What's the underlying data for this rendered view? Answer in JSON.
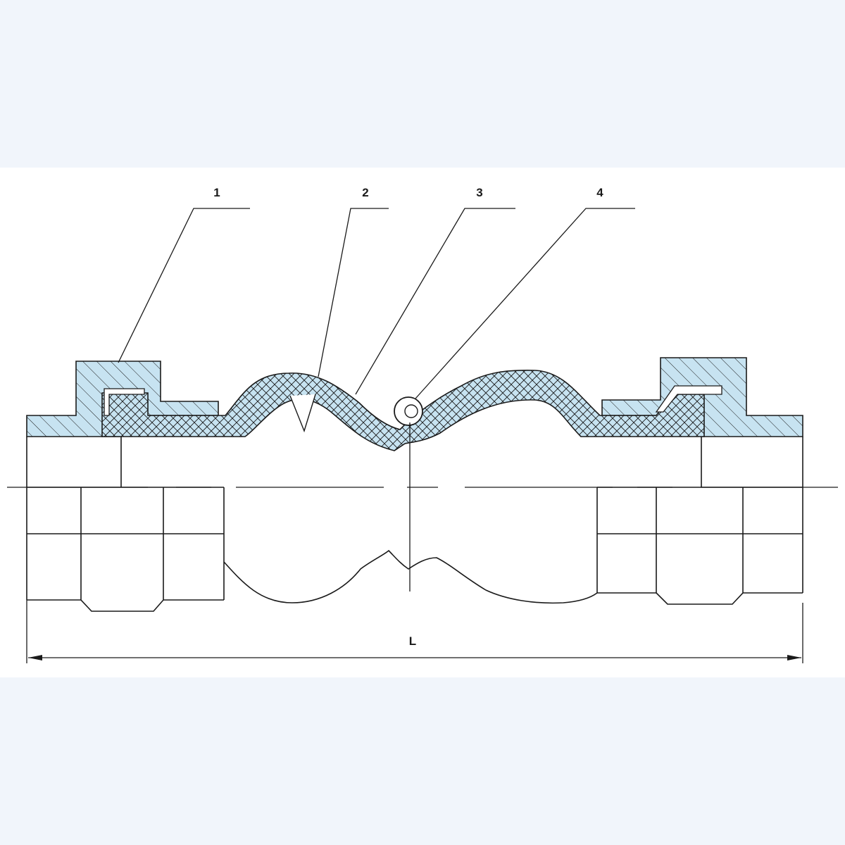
{
  "diagram": {
    "callouts": [
      {
        "id": "1",
        "text": "1"
      },
      {
        "id": "2",
        "text": "2"
      },
      {
        "id": "3",
        "text": "3"
      },
      {
        "id": "4",
        "text": "4"
      }
    ],
    "dimension_label": "L",
    "colors": {
      "page_background": "#f1f5fb",
      "drawing_background": "#ffffff",
      "section_fill": "#c7e3f1",
      "outline": "#1a1a1a"
    }
  }
}
